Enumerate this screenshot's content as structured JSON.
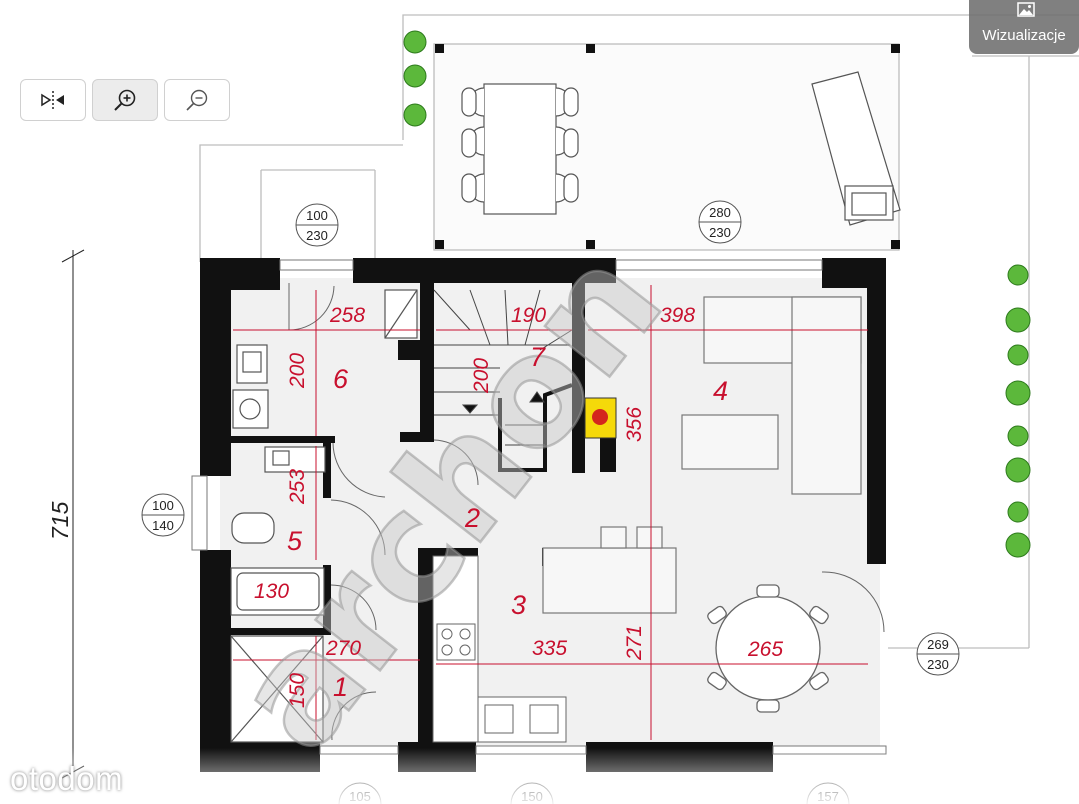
{
  "toolbar": {
    "mirror_icon": "mirror-flip-icon",
    "zoom_in_icon": "zoom-in-icon",
    "zoom_out_icon": "zoom-out-icon"
  },
  "visualizations_button": {
    "label": "Wizualizacje",
    "icon": "image-icon"
  },
  "brand": {
    "logo_text": "otodom",
    "watermark_text": "archon"
  },
  "plan": {
    "room_numbers": [
      "1",
      "2",
      "3",
      "4",
      "5",
      "6",
      "7"
    ],
    "dimensions": {
      "d258": "258",
      "d190": "190",
      "d398": "398",
      "d200a": "200",
      "d200b": "200",
      "d356": "356",
      "d253": "253",
      "d130": "130",
      "d270": "270",
      "d335": "335",
      "d271": "271",
      "d265": "265",
      "d150": "150"
    },
    "total_length": "715",
    "window_tags": {
      "w1": {
        "top": "100",
        "bottom": "230"
      },
      "w2": {
        "top": "280",
        "bottom": "230"
      },
      "w3": {
        "top": "100",
        "bottom": "140"
      },
      "w4": {
        "top": "269",
        "bottom": "230"
      },
      "w5": {
        "top": "105"
      },
      "w6": {
        "top": "150"
      },
      "w7": {
        "top": "157"
      }
    }
  },
  "colors": {
    "wall": "#111111",
    "dimension": "#c8102e",
    "floor": "#f1f1f1",
    "terrace": "#fafafa",
    "fireplace": "#f5d90a",
    "plant": "#4caf32",
    "button_bg": "#6e6e6e"
  }
}
